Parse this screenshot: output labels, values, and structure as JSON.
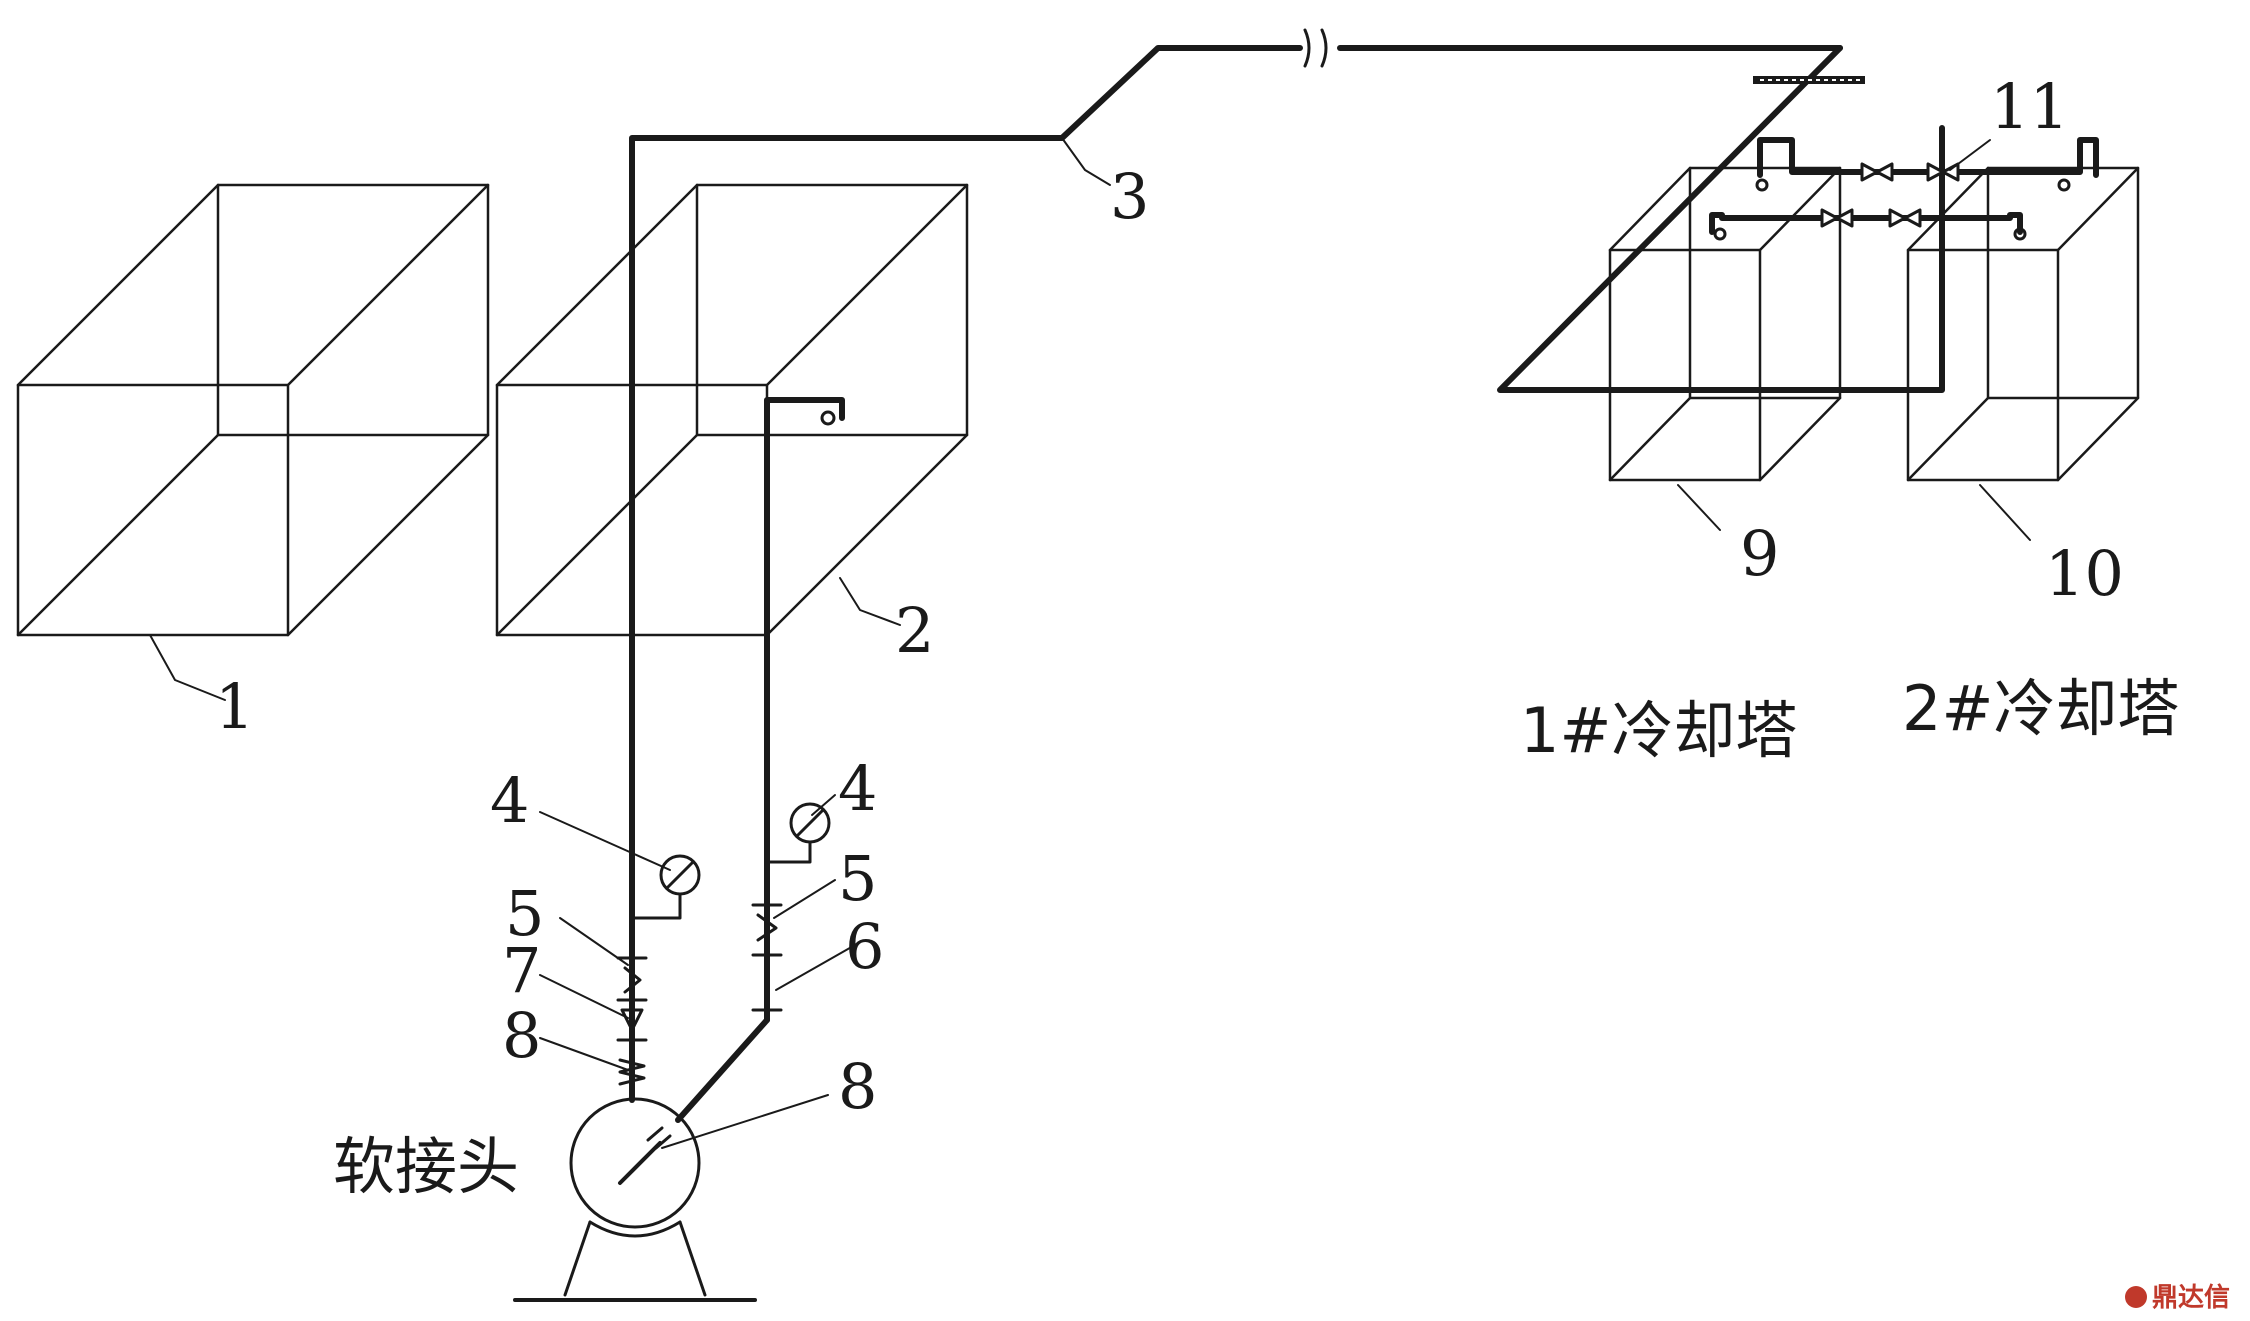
{
  "labels": {
    "n1": "1",
    "n2": "2",
    "n3": "3",
    "n4a": "4",
    "n4b": "4",
    "n5a": "5",
    "n5b": "5",
    "n6": "6",
    "n7": "7",
    "n8a": "8",
    "n8b": "8",
    "n9": "9",
    "n10": "10",
    "n11": "11"
  },
  "captions": {
    "flex_joint": "软接头",
    "tower1": "1#冷却塔",
    "tower2": "2#冷却塔"
  },
  "watermark": {
    "text": "鼎达信",
    "color": "#c0392b"
  },
  "colors": {
    "line": "#1a1a1a",
    "background": "#ffffff"
  }
}
